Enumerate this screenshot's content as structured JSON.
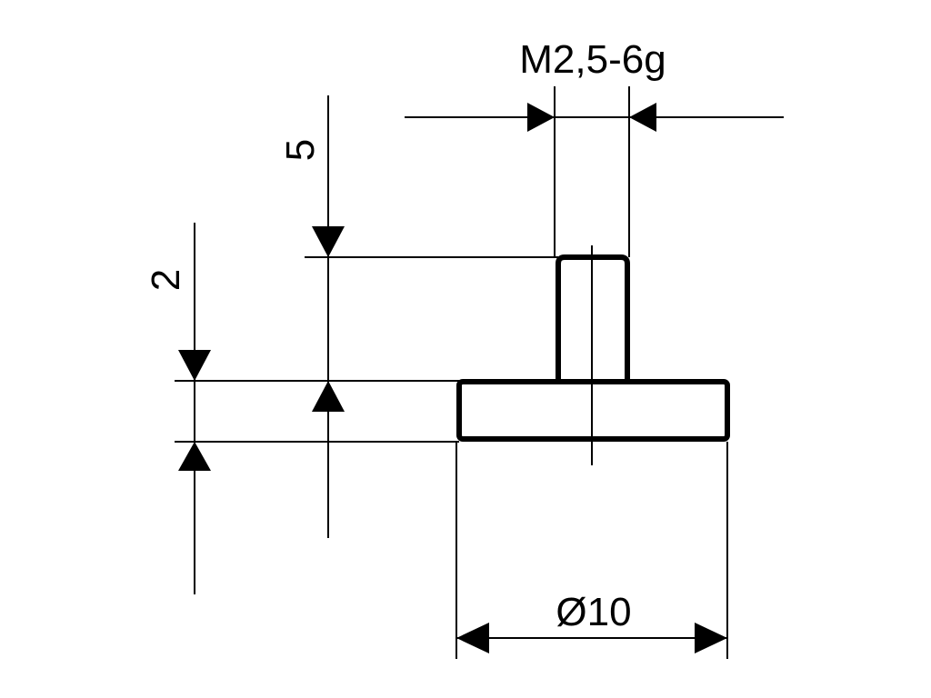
{
  "dimensions": {
    "thread": "M2,5-6g",
    "total_height": "5",
    "base_height": "2",
    "diameter": "Ø10"
  }
}
